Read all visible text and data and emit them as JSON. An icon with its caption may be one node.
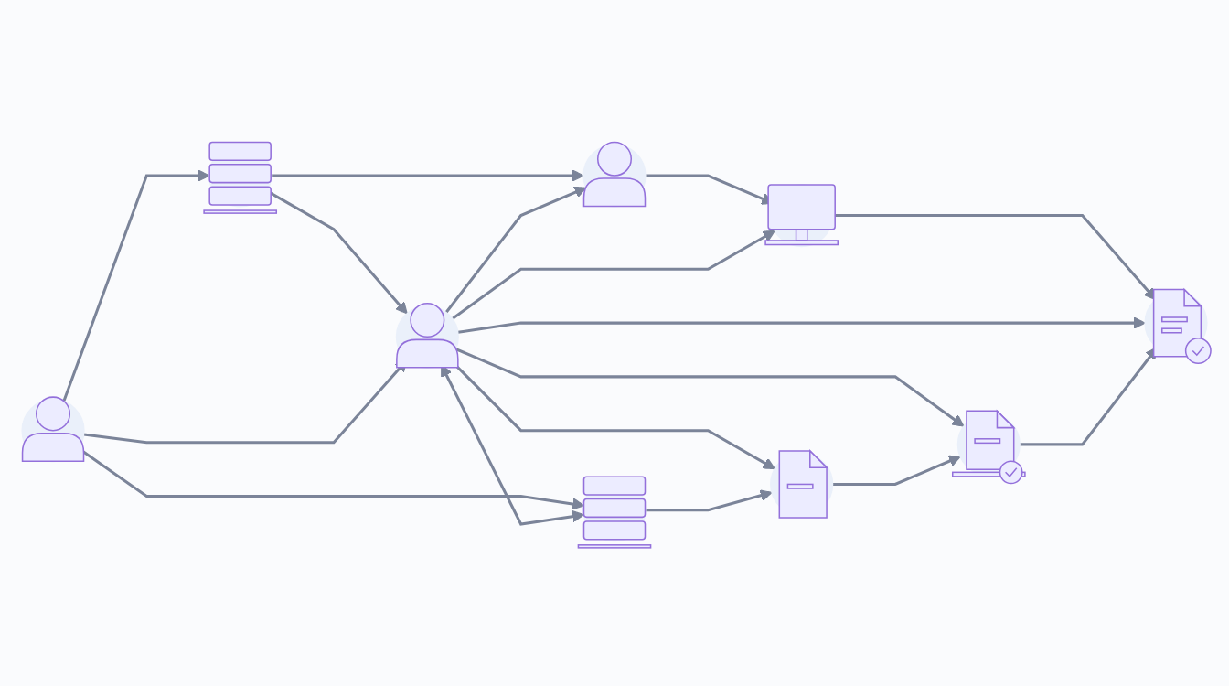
{
  "diagram": {
    "nodes": [
      {
        "text": [],
        "shape": "picture"
      },
      {
        "text": [],
        "shape": "picture"
      },
      {
        "text": [],
        "shape": "picture"
      },
      {
        "text": [],
        "shape": "picture"
      },
      {
        "text": [],
        "shape": "picture"
      },
      {
        "text": [],
        "shape": "picture"
      },
      {
        "text": [],
        "shape": "picture"
      },
      {
        "text": [],
        "shape": "picture"
      },
      {
        "text": [],
        "shape": "picture"
      }
    ],
    "edges": [
      {
        "from": 0,
        "to": 1,
        "arrow": "to"
      },
      {
        "from": 1,
        "to": 2,
        "arrow": "to"
      },
      {
        "from": 2,
        "to": 5,
        "arrow": "to"
      },
      {
        "from": 3,
        "to": 0,
        "arrow": "to"
      },
      {
        "from": 0,
        "to": 4,
        "arrow": "to"
      },
      {
        "from": 4,
        "to": 1,
        "arrow": "to"
      },
      {
        "from": 4,
        "to": 2,
        "arrow": "to"
      },
      {
        "from": 3,
        "to": 4,
        "arrow": "to"
      },
      {
        "from": 4,
        "to": 5,
        "arrow": "to"
      },
      {
        "from": 3,
        "to": 6,
        "arrow": "to"
      },
      {
        "from": 4,
        "to": 6,
        "arrow": "both"
      },
      {
        "from": 4,
        "to": 7,
        "arrow": "to"
      },
      {
        "from": 4,
        "to": 8,
        "arrow": "to"
      },
      {
        "from": 6,
        "to": 7,
        "arrow": "to"
      },
      {
        "from": 7,
        "to": 8,
        "arrow": "to"
      },
      {
        "from": 8,
        "to": 5,
        "arrow": "to"
      }
    ]
  }
}
